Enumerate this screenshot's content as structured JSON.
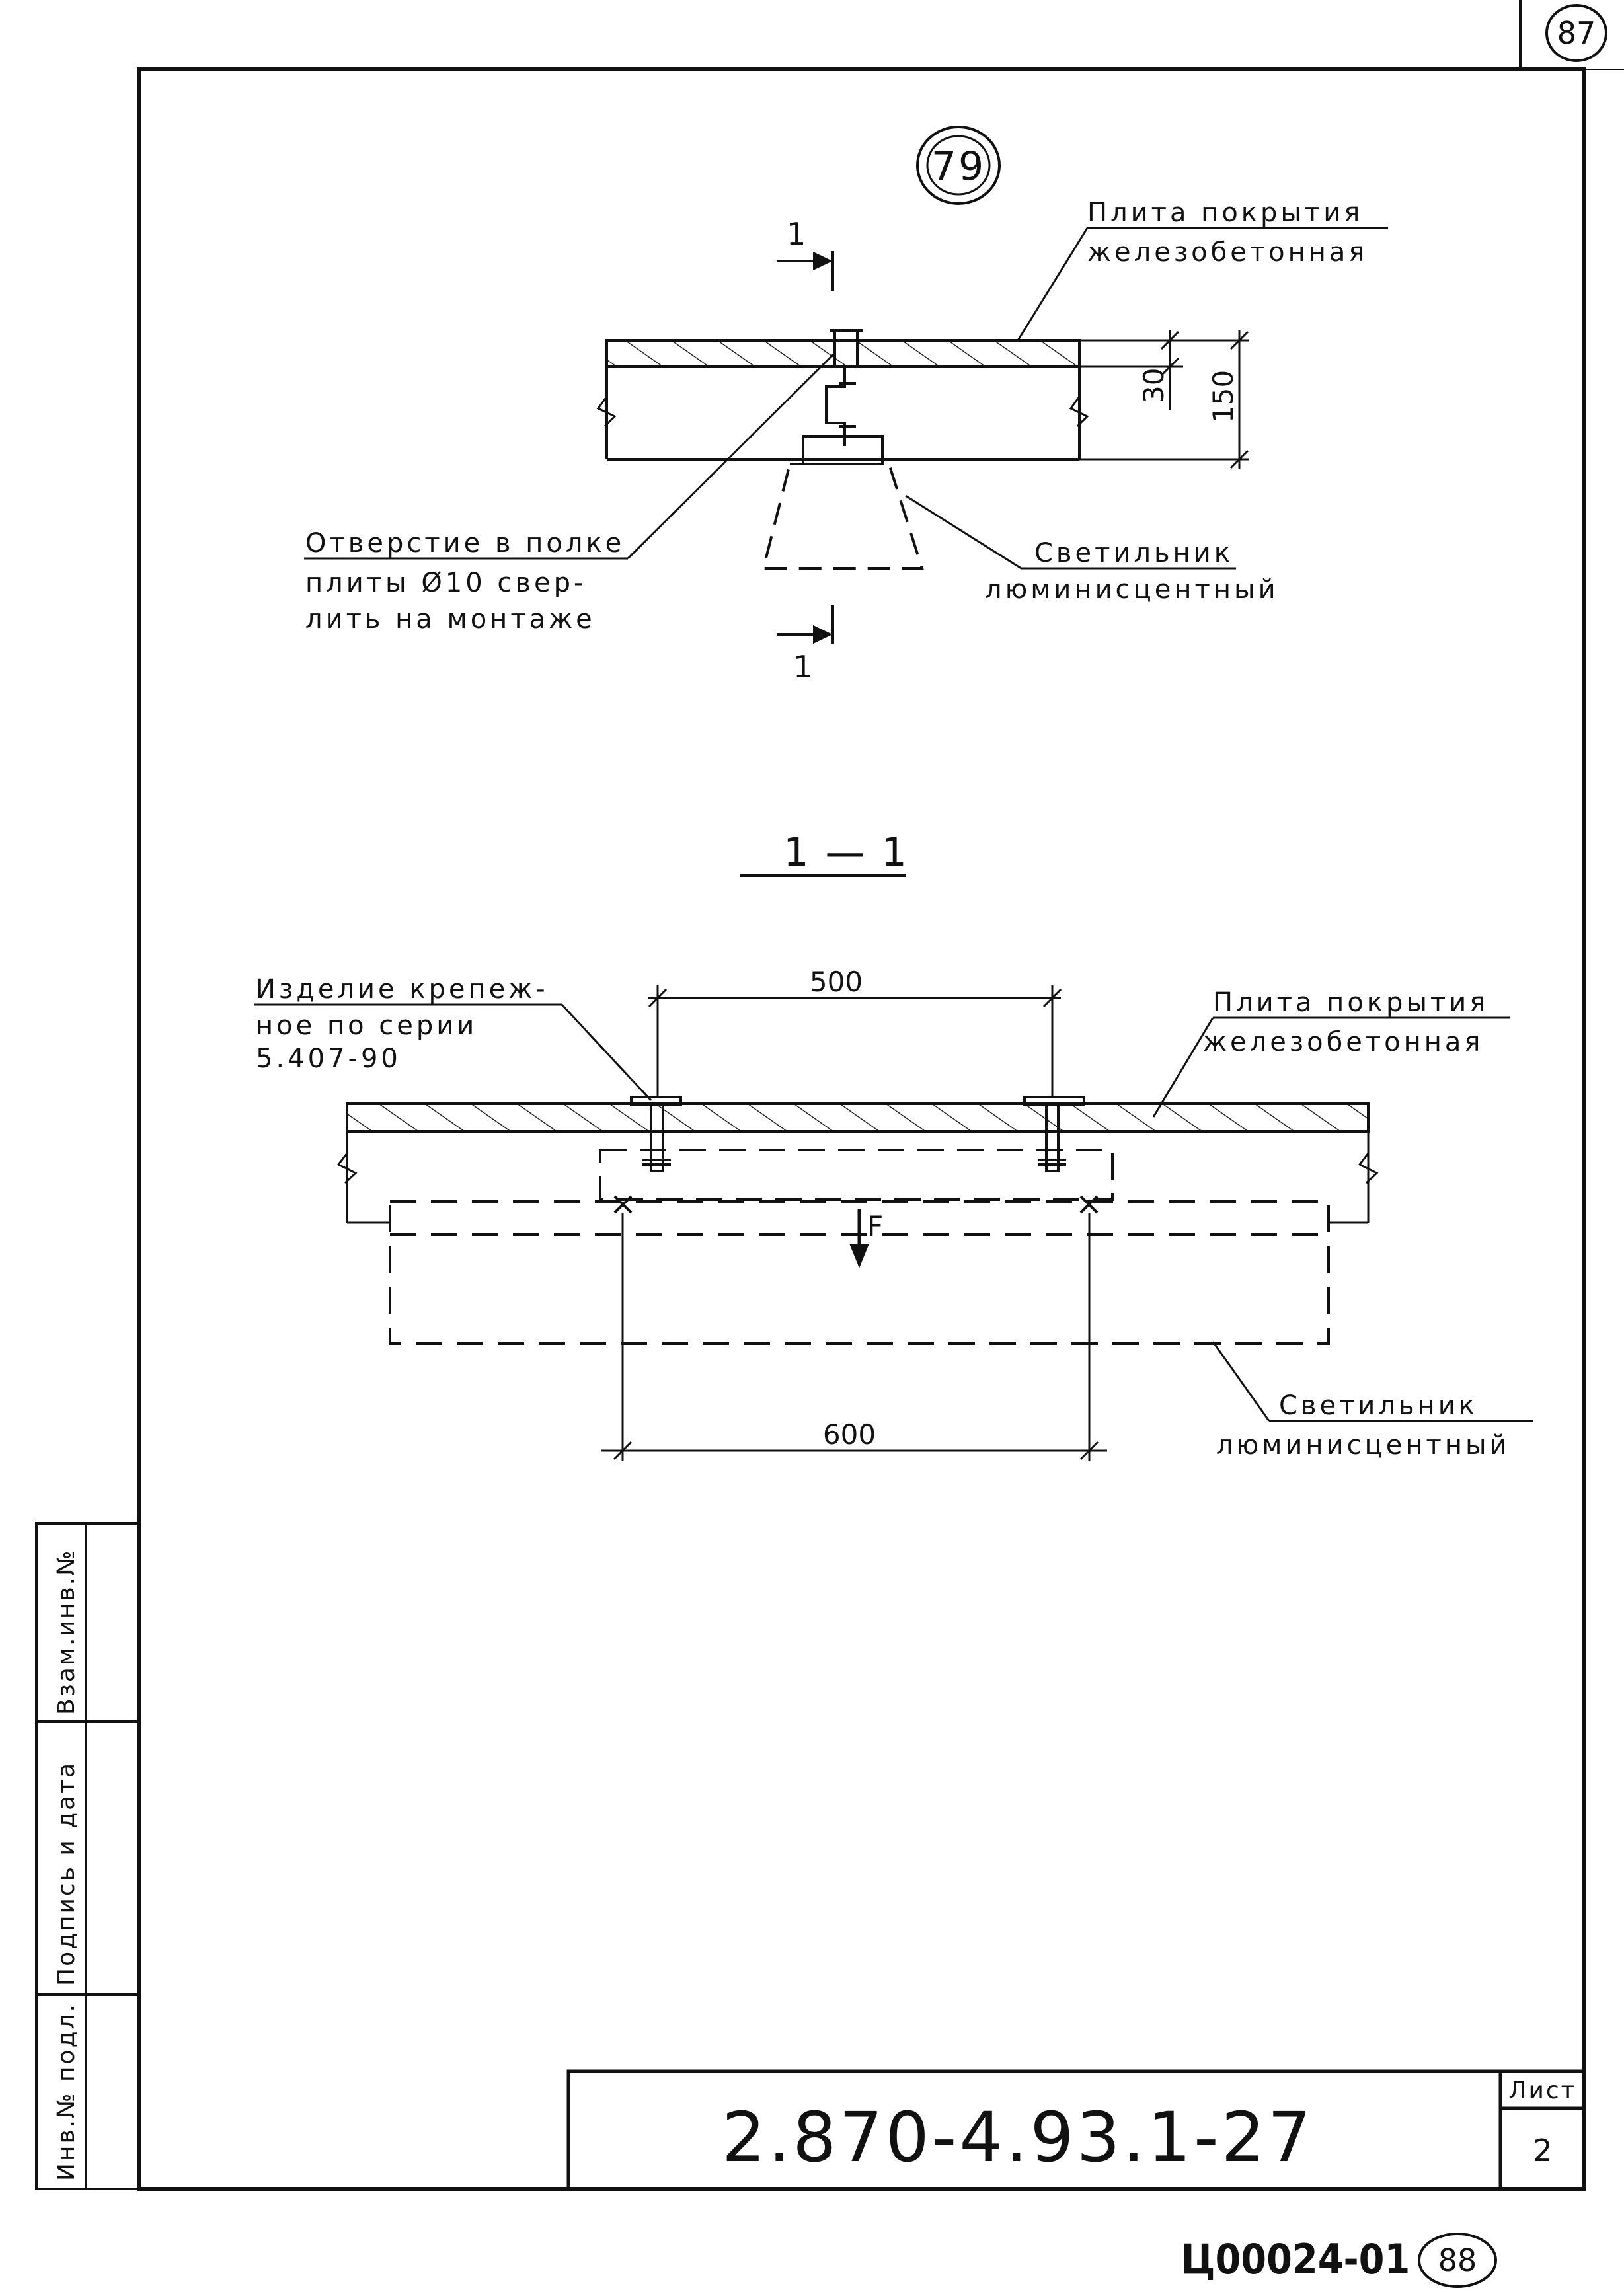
{
  "sheet": {
    "page_badge": "87",
    "drawing_number": "2.870-4.93.1-27",
    "sheet_label": "Лист",
    "sheet_number": "2",
    "archive_code": "Ц00024-01",
    "archive_badge": "88",
    "side_stamps": [
      "Взам.инв.№",
      "Подпись и дата",
      "Инв.№ подл."
    ]
  },
  "node": {
    "number": "79",
    "section_mark": "1",
    "slab_label": [
      "Плита покрытия",
      "железобетонная"
    ],
    "hole_label": [
      "Отверстие в полке",
      "плиты Ø10 свер-",
      "лить на монтаже"
    ],
    "lamp_label": [
      "Светильник",
      "люминисцентный"
    ],
    "dim_flange": "30",
    "dim_slab": "150"
  },
  "section": {
    "title": "1 — 1",
    "fixing_label": [
      "Изделие крепеж-",
      "ное по серии",
      "5.407-90"
    ],
    "slab_label": [
      "Плита покрытия",
      "железобетонная"
    ],
    "lamp_label": [
      "Светильник",
      "люминисцентный"
    ],
    "dim_top": "500",
    "dim_bottom": "600",
    "force": "F"
  }
}
